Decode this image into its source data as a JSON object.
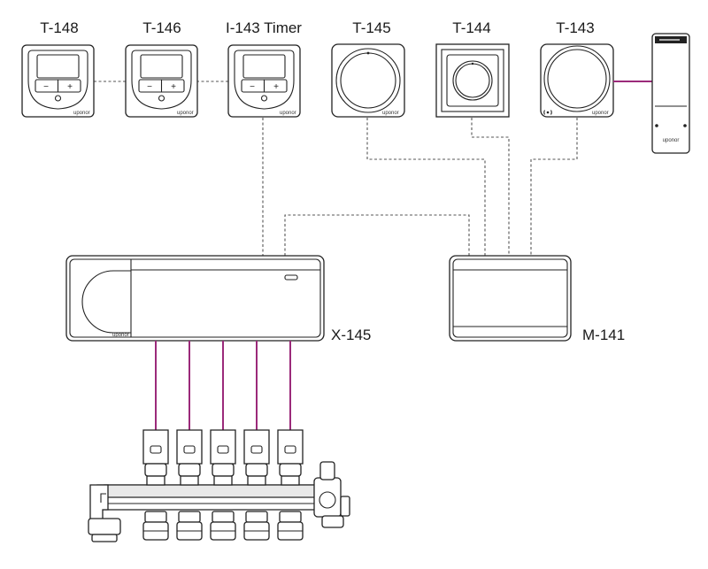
{
  "labels": {
    "t148": "T-148",
    "t146": "T-146",
    "i143": "I-143 Timer",
    "t145": "T-145",
    "t144": "T-144",
    "t143": "T-143",
    "x145": "X-145",
    "m141": "M-141"
  },
  "brand": "uponor",
  "symbols": {
    "minus": "−",
    "plus": "+"
  },
  "colors": {
    "wire": "#9b2a7a",
    "bus": "#555555",
    "outline": "#222222"
  }
}
